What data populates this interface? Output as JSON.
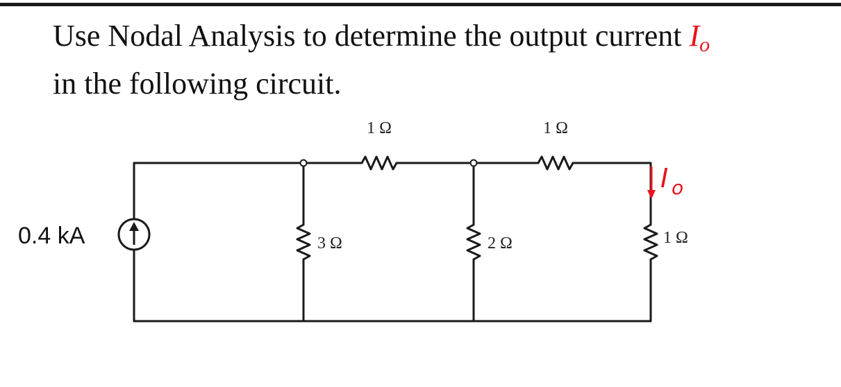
{
  "problem": {
    "line1": "Use Nodal Analysis to determine the output current ",
    "io_letter": "I",
    "io_subscript": "o",
    "line2": "in the following circuit."
  },
  "circuit": {
    "source_label": "0.4 kA",
    "r_top_left": "1 Ω",
    "r_top_right": "1 Ω",
    "r_shunt_1": "3 Ω",
    "r_shunt_2": "2 Ω",
    "r_shunt_3": "1 Ω",
    "current_letter": "I",
    "current_subscript": "o"
  },
  "colors": {
    "accent": "#e8141c",
    "wire": "#1a1a1a"
  }
}
